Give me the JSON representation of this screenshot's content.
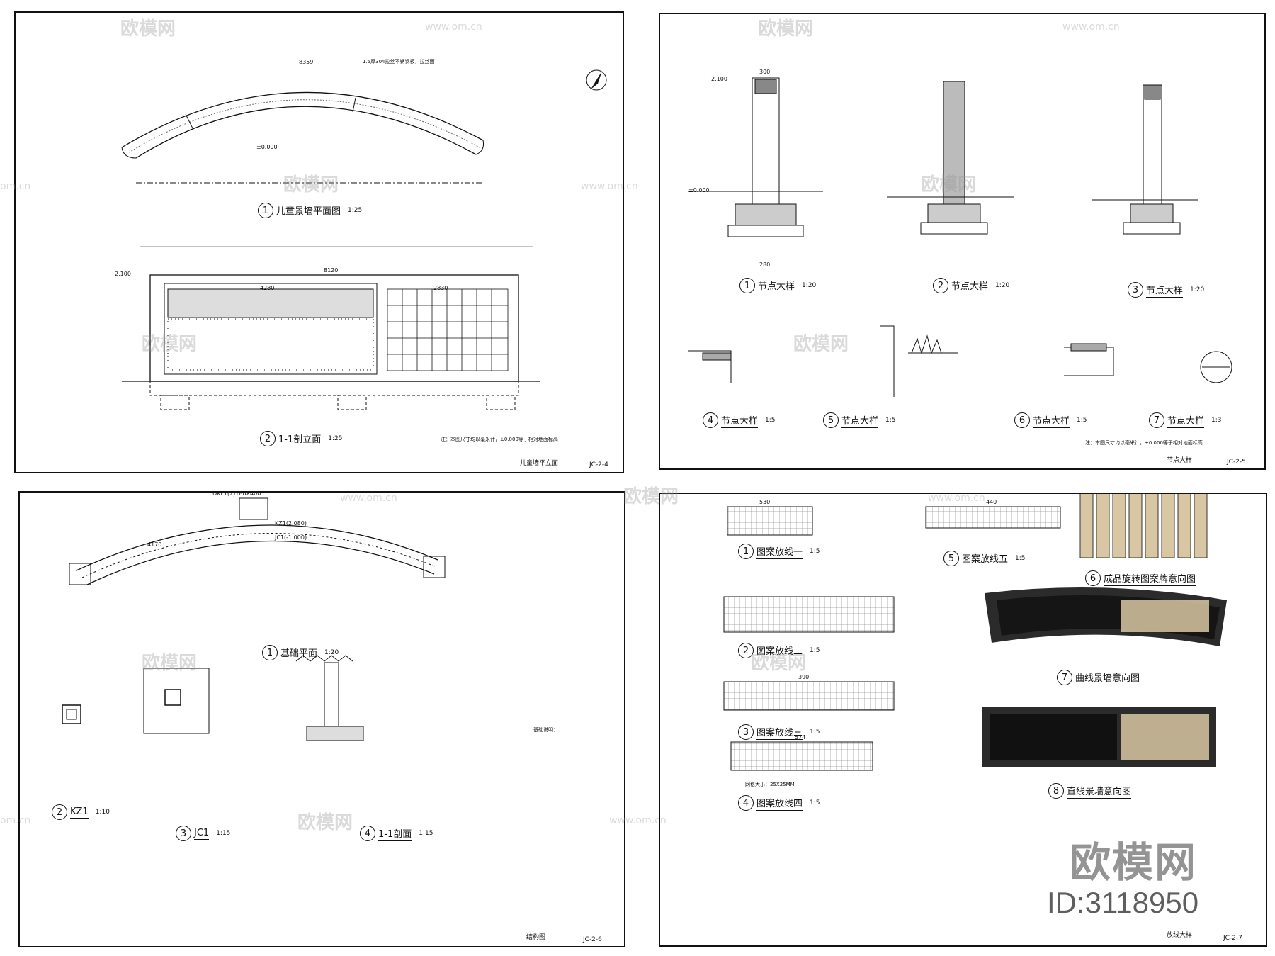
{
  "sheets": [
    {
      "name": "儿童墙平立面",
      "number": "JC-2-4",
      "views": [
        {
          "num": "1",
          "title": "儿童景墙平面图",
          "scale": "1:25"
        },
        {
          "num": "2",
          "title": "1-1剖立面",
          "scale": "1:25"
        }
      ],
      "dims": [
        "8359",
        "±0.000",
        "2.100",
        "8120",
        "4280",
        "2830"
      ],
      "notes": [
        "1.5厚304拉丝不锈钢板，拉丝面",
        "注：本图尺寸均以毫米计，±0.000等于相对地面标高"
      ]
    },
    {
      "name": "节点大样",
      "number": "JC-2-5",
      "views": [
        {
          "num": "1",
          "title": "节点大样",
          "scale": "1:20"
        },
        {
          "num": "2",
          "title": "节点大样",
          "scale": "1:20"
        },
        {
          "num": "3",
          "title": "节点大样",
          "scale": "1:20"
        },
        {
          "num": "4",
          "title": "节点大样",
          "scale": "1:5"
        },
        {
          "num": "5",
          "title": "节点大样",
          "scale": "1:5"
        },
        {
          "num": "6",
          "title": "节点大样",
          "scale": "1:5"
        },
        {
          "num": "7",
          "title": "节点大样",
          "scale": "1:3"
        }
      ],
      "dims": [
        "2.100",
        "±0.000",
        "300",
        "280"
      ],
      "notes": [
        "注：本图尺寸均以毫米计，±0.000等于相对地面标高"
      ]
    },
    {
      "name": "结构图",
      "number": "JC-2-6",
      "views": [
        {
          "num": "1",
          "title": "基础平面",
          "scale": "1:20"
        },
        {
          "num": "2",
          "title": "KZ1",
          "scale": "1:10"
        },
        {
          "num": "3",
          "title": "JC1",
          "scale": "1:15"
        },
        {
          "num": "4",
          "title": "1-1剖面",
          "scale": "1:15"
        }
      ],
      "dims": [
        "4170",
        "DKL1(2)180X400",
        "KZ1(2.080)",
        "JC1(-1.000)"
      ],
      "notes": [
        "基础说明："
      ]
    },
    {
      "name": "放线大样",
      "number": "JC-2-7",
      "views": [
        {
          "num": "1",
          "title": "图案放线一",
          "scale": "1:5"
        },
        {
          "num": "2",
          "title": "图案放线二",
          "scale": "1:5"
        },
        {
          "num": "3",
          "title": "图案放线三",
          "scale": "1:5"
        },
        {
          "num": "4",
          "title": "图案放线四",
          "scale": "1:5"
        },
        {
          "num": "5",
          "title": "图案放线五",
          "scale": "1:5"
        },
        {
          "num": "6",
          "title": "成品旋转图案牌意向图",
          "scale": ""
        },
        {
          "num": "7",
          "title": "曲线景墙意向图",
          "scale": ""
        },
        {
          "num": "8",
          "title": "直线景墙意向图",
          "scale": ""
        }
      ],
      "dims": [
        "530",
        "440",
        "390",
        "574"
      ],
      "notes": [
        "网格大小：25X25MM"
      ]
    }
  ],
  "watermark": {
    "text": "欧模网",
    "url": "www.om.cn",
    "short": "om.cn"
  },
  "brand": "欧模网",
  "id_text": "ID:3118950",
  "colors": {
    "line": "#111111",
    "watermark": "#9a9a9a",
    "photo_dark": "#2b2b2b",
    "photo_panel": "#d9c7a3"
  }
}
